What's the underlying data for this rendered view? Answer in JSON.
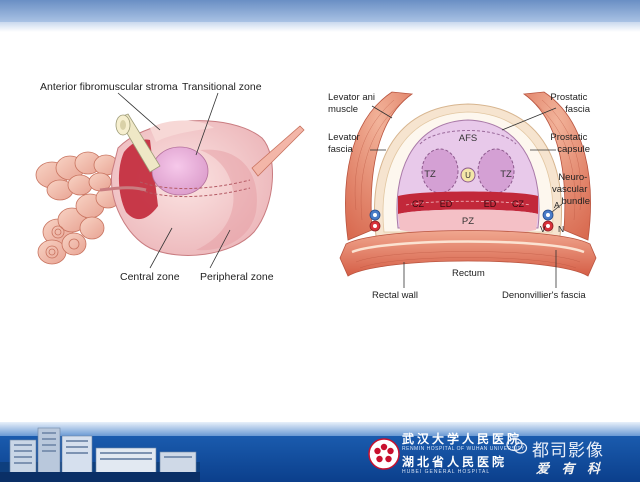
{
  "left_diagram": {
    "labels": {
      "afs": "Anterior fibromuscular stroma",
      "tz": "Transitional zone",
      "cz": "Central zone",
      "pz": "Peripheral zone"
    }
  },
  "right_diagram": {
    "labels": {
      "levator_ani": [
        "Levator ani",
        "muscle"
      ],
      "levator_fascia": [
        "Levator",
        "fascia"
      ],
      "prostatic_fascia": [
        "Prostatic",
        "fascia"
      ],
      "prostatic_capsule": [
        "Prostatic",
        "capsule"
      ],
      "nvb": [
        "Neuro-",
        "vascular",
        "bundle"
      ],
      "rectum": "Rectum",
      "rectal_wall": "Rectal wall",
      "denonvillier": "Denonvillier's fascia"
    },
    "zones": {
      "afs": "AFS",
      "tz_left": "TZ",
      "tz_right": "TZ",
      "urethra": "U",
      "cz_left": "CZ",
      "ed_left": "ED",
      "ed_right": "ED",
      "cz_right": "CZ",
      "pz": "PZ"
    },
    "vessels": {
      "a": "A",
      "v": "V",
      "n": "N"
    }
  },
  "footer": {
    "hospital_cn_1": "武汉大学人民医院",
    "hospital_en_1": "RENMIN HOSPITAL OF WUHAN UNIVERSITY",
    "hospital_cn_2": "湖北省人民医院",
    "hospital_en_2": "HUBEI GENERAL HOSPITAL",
    "watermark": "都司影像",
    "slogan": "爱 有 科"
  },
  "colors": {
    "header_band": "#6a8fc4",
    "footer_blue": "#1f64b8",
    "prostate_pink": "#f4c0c6",
    "zone_red": "#c2283a",
    "capsule_lavender": "#e8c9ea",
    "muscle_red": "#e07560"
  }
}
